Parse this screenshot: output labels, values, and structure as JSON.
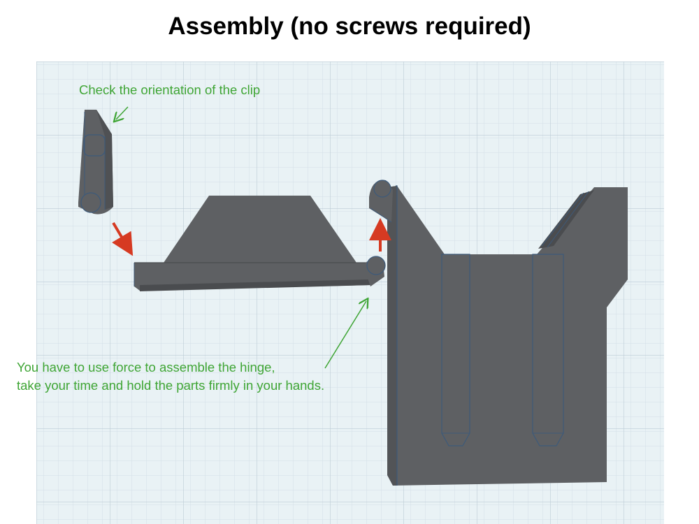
{
  "title": "Assembly (no screws required)",
  "annotations": {
    "clip": "Check the orientation of the clip",
    "hinge_line1": "You have to use force to assemble the hinge,",
    "hinge_line2": "take your time and hold the parts firmly in your hands."
  },
  "colors": {
    "background": "#ffffff",
    "grid_background": "#e9f2f5",
    "grid_minor": "#d3dfe6",
    "grid_major": "#bccbd5",
    "part_fill": "#5e6063",
    "part_shade": "#4a4c4f",
    "part_edge": "#3d5a7a",
    "annotation_text": "#3fa535",
    "arrow_red": "#d63a22"
  },
  "icons": [
    "red-arrow-icon",
    "green-pointer-arrow-icon"
  ]
}
